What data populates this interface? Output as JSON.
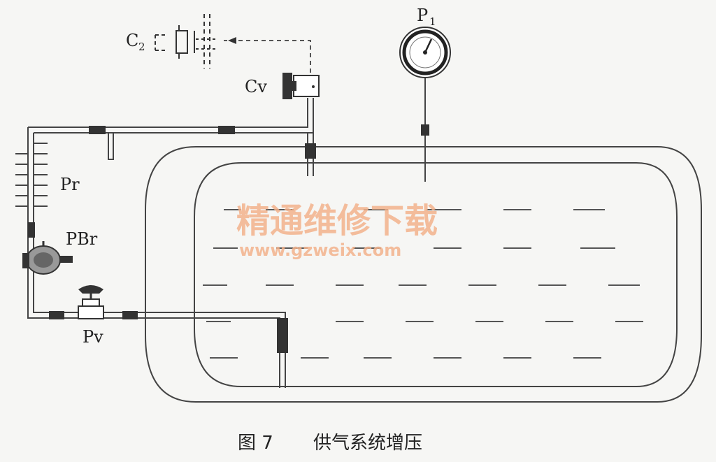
{
  "labels": {
    "c2": "C",
    "c2_sub": "2",
    "p1": "P",
    "p1_sub": "1",
    "cv": "Cv",
    "pr": "Pr",
    "pbr": "PBr",
    "pv": "Pv"
  },
  "watermark": {
    "line1": "精通维修下载",
    "line2": "www.gzweix.com"
  },
  "caption": {
    "figure": "图 7",
    "title": "供气系统增压"
  }
}
